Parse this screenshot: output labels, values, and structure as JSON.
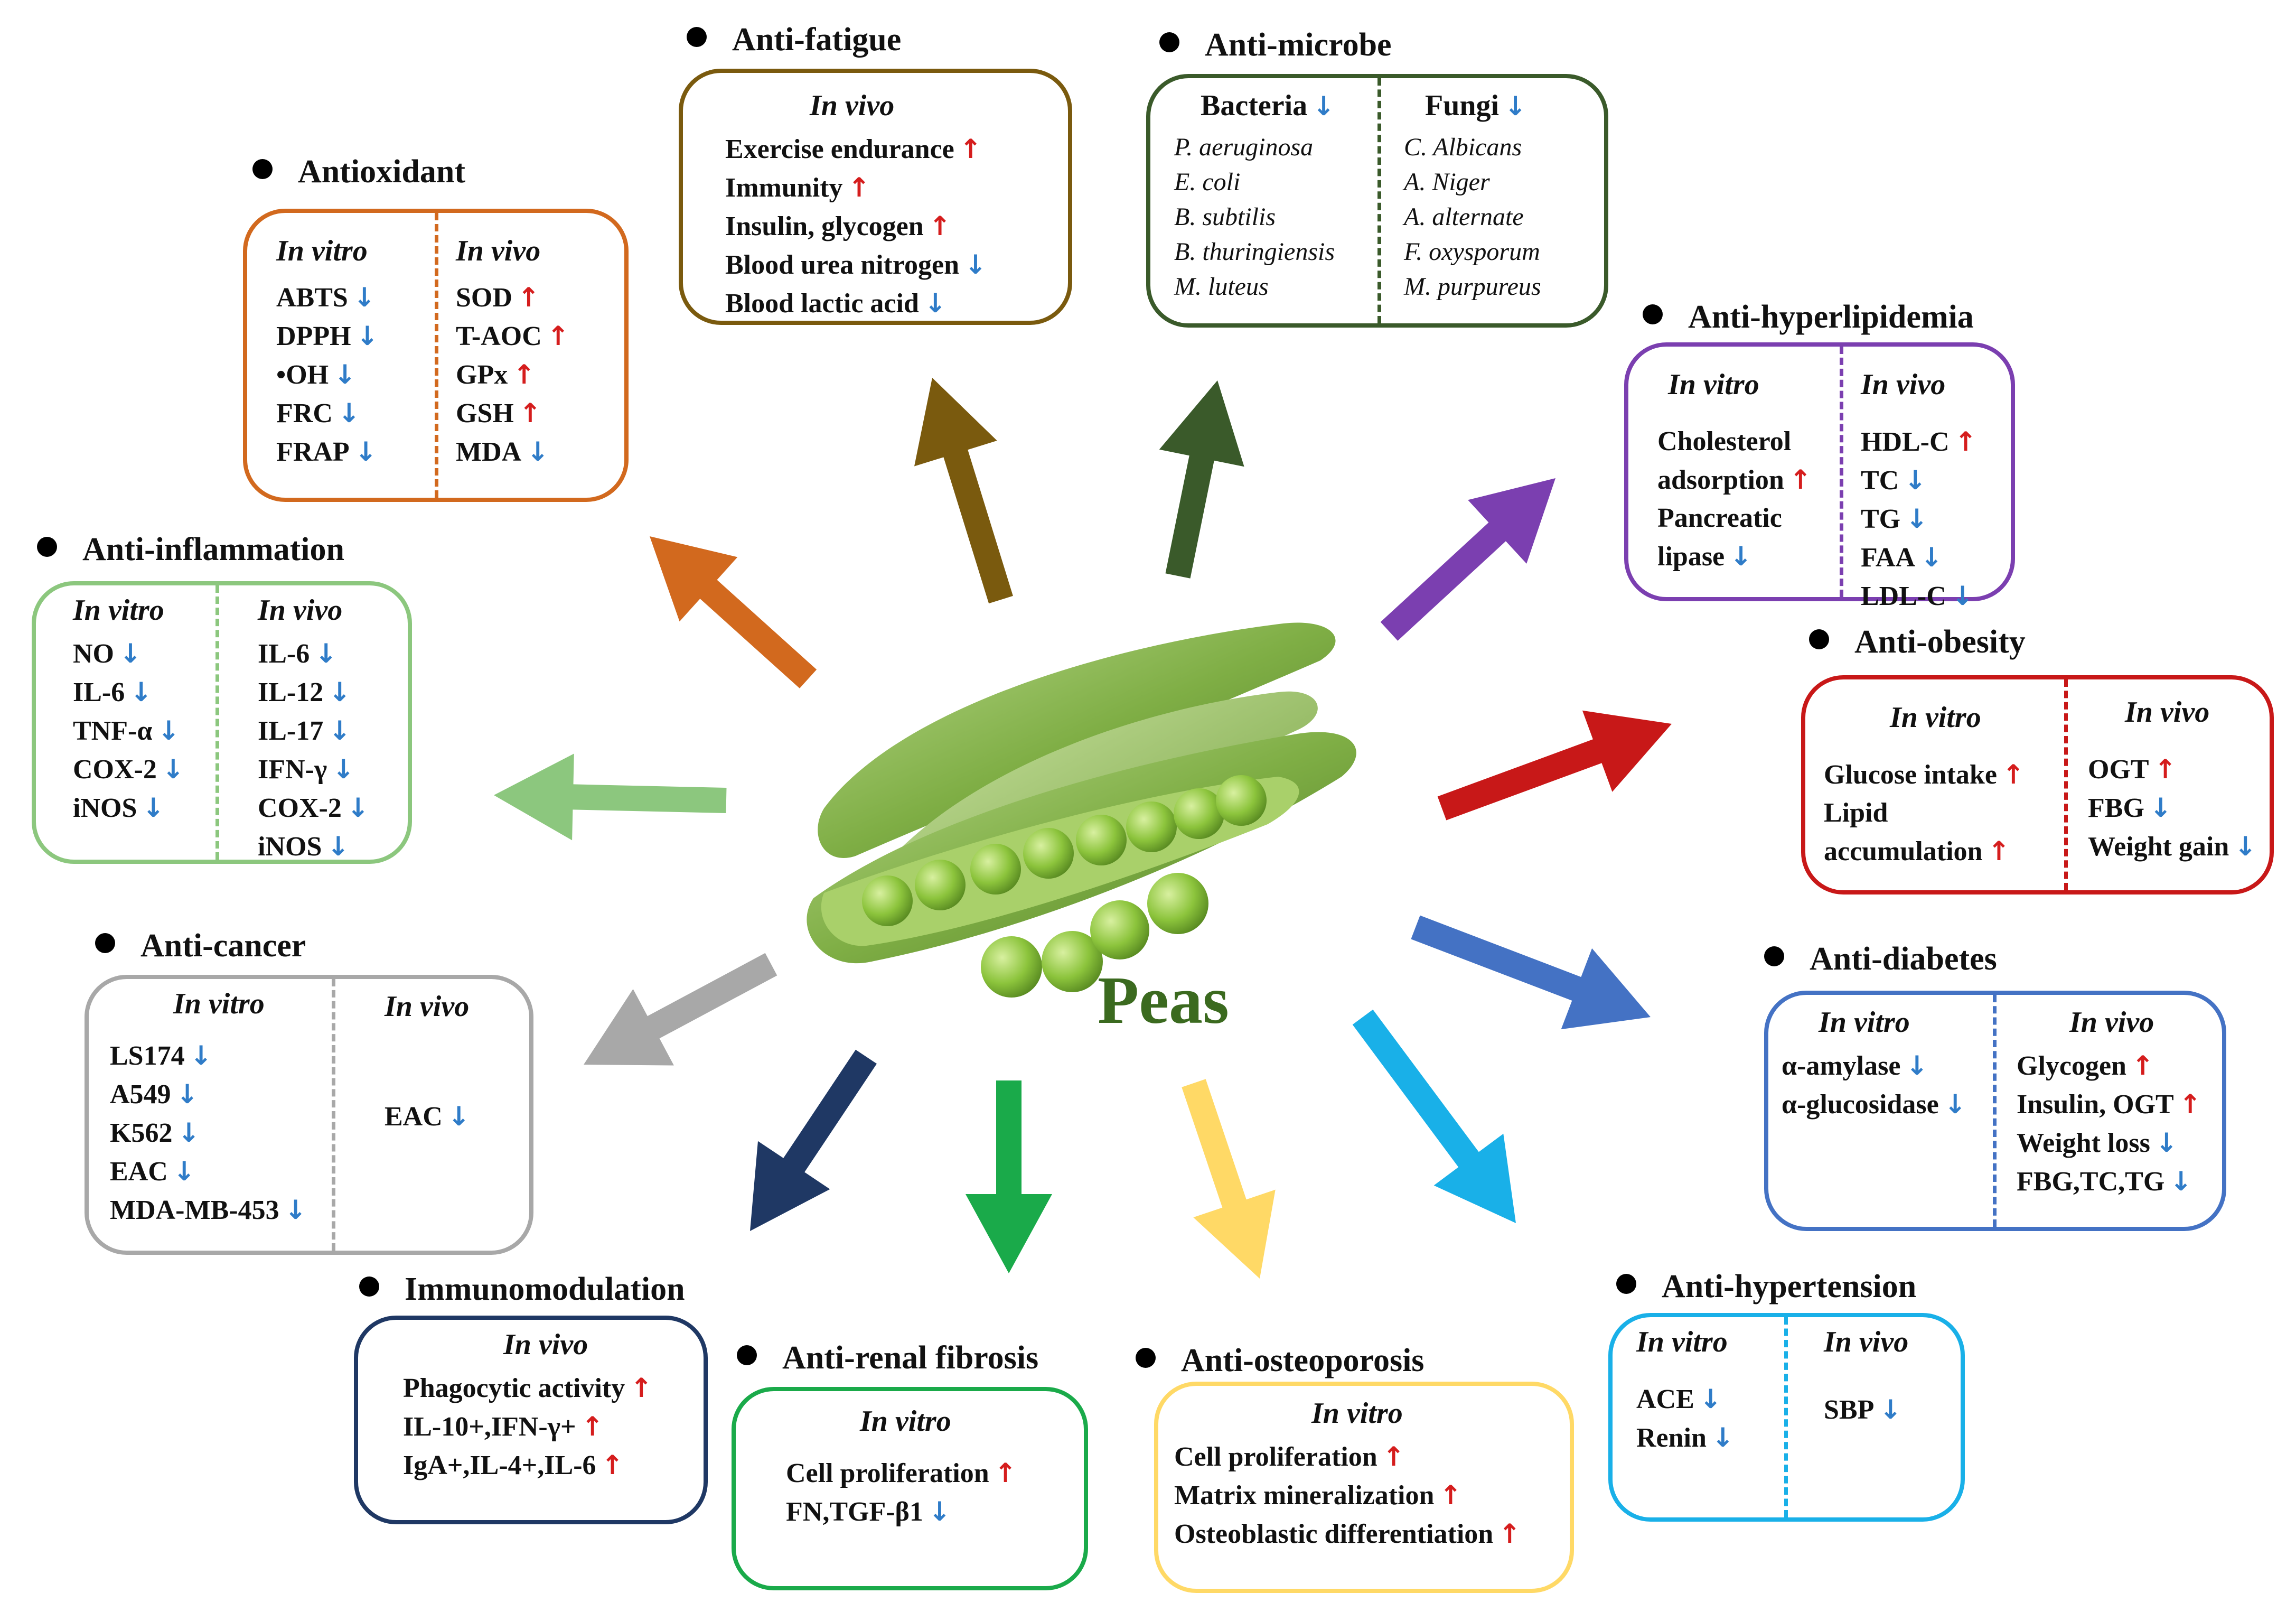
{
  "center_label": "Peas",
  "panels": [
    {
      "id": "antioxidant",
      "title": "Antioxidant",
      "color": "#d2691e",
      "div": 355,
      "cols": [
        {
          "head": "In vitro",
          "items": [
            {
              "t": "ABTS",
              "a": "↓"
            },
            {
              "t": "DPPH",
              "a": "↓"
            },
            {
              "t": "•OH",
              "a": "↓"
            },
            {
              "t": "FRC",
              "a": "↓"
            },
            {
              "t": "FRAP",
              "a": "↓"
            }
          ]
        },
        {
          "head": "In vivo",
          "items": [
            {
              "t": "SOD",
              "a": "↑"
            },
            {
              "t": "T-AOC",
              "a": "↑"
            },
            {
              "t": "GPx",
              "a": "↑"
            },
            {
              "t": "GSH",
              "a": "↑"
            },
            {
              "t": "MDA",
              "a": "↓"
            }
          ]
        }
      ]
    },
    {
      "id": "anti-fatigue",
      "title": "Anti-fatigue",
      "color": "#7a5a0e",
      "div": null,
      "cols": [
        {
          "head": "In vivo",
          "items": [
            {
              "t": "Exercise endurance",
              "a": "↑"
            },
            {
              "t": "Immunity",
              "a": "↑"
            },
            {
              "t": "Insulin, glycogen",
              "a": "↑"
            },
            {
              "t": "Blood urea nitrogen",
              "a": "↓"
            },
            {
              "t": "Blood lactic acid",
              "a": "↓"
            }
          ]
        }
      ]
    },
    {
      "id": "anti-microbe",
      "title": "Anti-microbe",
      "color": "#3a5a2a",
      "div": 430,
      "cols": [
        {
          "head": "Bacteria",
          "head_arrow": "↓",
          "italic_items": true,
          "items": [
            {
              "t": "P. aeruginosa",
              "a": ""
            },
            {
              "t": "E. coli",
              "a": ""
            },
            {
              "t": "B. subtilis",
              "a": ""
            },
            {
              "t": "B. thuringiensis",
              "a": ""
            },
            {
              "t": "M. luteus",
              "a": ""
            }
          ]
        },
        {
          "head": "Fungi",
          "head_arrow": "↓",
          "italic_items": true,
          "items": [
            {
              "t": "C. Albicans",
              "a": ""
            },
            {
              "t": "A. Niger",
              "a": ""
            },
            {
              "t": "A. alternate",
              "a": ""
            },
            {
              "t": "F. oxysporum",
              "a": ""
            },
            {
              "t": "M. purpureus",
              "a": ""
            }
          ]
        }
      ]
    },
    {
      "id": "anti-hyperlipidemia",
      "title": "Anti-hyperlipidemia",
      "color": "#7b3fb0",
      "div": 400,
      "cols": [
        {
          "head": "In vitro",
          "items": [
            {
              "t": "Cholesterol",
              "a": ""
            },
            {
              "t": "adsorption",
              "a": "↑"
            },
            {
              "t": "Pancreatic",
              "a": ""
            },
            {
              "t": "lipase",
              "a": "↓"
            }
          ]
        },
        {
          "head": "In vivo",
          "items": [
            {
              "t": "HDL-C",
              "a": "↑"
            },
            {
              "t": "TC",
              "a": "↓"
            },
            {
              "t": "TG",
              "a": "↓"
            },
            {
              "t": "FAA",
              "a": "↓"
            },
            {
              "t": "LDL-C",
              "a": "↓"
            }
          ]
        }
      ]
    },
    {
      "id": "anti-inflammation",
      "title": "Anti-inflammation",
      "color": "#8cc77e",
      "div": 340,
      "cols": [
        {
          "head": "In vitro",
          "items": [
            {
              "t": "NO",
              "a": "↓"
            },
            {
              "t": "IL-6",
              "a": "↓"
            },
            {
              "t": "TNF-α",
              "a": "↓"
            },
            {
              "t": "COX-2",
              "a": "↓"
            },
            {
              "t": "iNOS",
              "a": "↓"
            }
          ]
        },
        {
          "head": "In vivo",
          "items": [
            {
              "t": "IL-6",
              "a": "↓"
            },
            {
              "t": "IL-12",
              "a": "↓"
            },
            {
              "t": "IL-17",
              "a": "↓"
            },
            {
              "t": "IFN-γ",
              "a": "↓"
            },
            {
              "t": "COX-2",
              "a": "↓"
            },
            {
              "t": "iNOS",
              "a": "↓"
            }
          ]
        }
      ]
    },
    {
      "id": "anti-obesity",
      "title": "Anti-obesity",
      "color": "#c81818",
      "div": 490,
      "cols": [
        {
          "head": "In vitro",
          "items": [
            {
              "t": "Glucose intake",
              "a": "↑"
            },
            {
              "t": "Lipid",
              "a": ""
            },
            {
              "t": "accumulation",
              "a": "↑"
            }
          ]
        },
        {
          "head": "In vivo",
          "items": [
            {
              "t": "OGT",
              "a": "↑"
            },
            {
              "t": "FBG",
              "a": "↓"
            },
            {
              "t": "Weight gain",
              "a": "↓"
            }
          ]
        }
      ]
    },
    {
      "id": "anti-cancer",
      "title": "Anti-cancer",
      "color": "#a8a8a8",
      "div": 460,
      "cols": [
        {
          "head": "In vitro",
          "items": [
            {
              "t": "LS174",
              "a": "↓"
            },
            {
              "t": "A549",
              "a": "↓"
            },
            {
              "t": "K562",
              "a": "↓"
            },
            {
              "t": "EAC",
              "a": "↓"
            },
            {
              "t": "MDA-MB-453",
              "a": "↓"
            }
          ]
        },
        {
          "head": "In vivo",
          "items": [
            {
              "t": "EAC",
              "a": "↓"
            }
          ]
        }
      ]
    },
    {
      "id": "anti-diabetes",
      "title": "Anti-diabetes",
      "color": "#4472c4",
      "div": 425,
      "cols": [
        {
          "head": "In vitro",
          "items": [
            {
              "t": "α-amylase",
              "a": "↓"
            },
            {
              "t": "α-glucosidase",
              "a": "↓"
            }
          ]
        },
        {
          "head": "In vivo",
          "items": [
            {
              "t": "Glycogen",
              "a": "↑"
            },
            {
              "t": "Insulin, OGT",
              "a": "↑"
            },
            {
              "t": "Weight loss",
              "a": "↓"
            },
            {
              "t": "FBG,TC,TG",
              "a": "↓"
            }
          ]
        }
      ]
    },
    {
      "id": "immunomodulation",
      "title": "Immunomodulation",
      "color": "#1f3864",
      "div": null,
      "cols": [
        {
          "head": "In vivo",
          "items": [
            {
              "t": "Phagocytic activity",
              "a": "↑"
            },
            {
              "t": "IL-10+,IFN-γ+",
              "a": "↑"
            },
            {
              "t": "IgA+,IL-4+,IL-6",
              "a": "↑"
            }
          ]
        }
      ]
    },
    {
      "id": "anti-renal-fibrosis",
      "title": "Anti-renal fibrosis",
      "color": "#1aaa4a",
      "div": null,
      "cols": [
        {
          "head": "In vitro",
          "items": [
            {
              "t": "Cell proliferation",
              "a": "↑"
            },
            {
              "t": "FN,TGF-β1",
              "a": "↓"
            }
          ]
        }
      ]
    },
    {
      "id": "anti-osteoporosis",
      "title": "Anti-osteoporosis",
      "color": "#ffd966",
      "div": null,
      "cols": [
        {
          "head": "In vitro",
          "items": [
            {
              "t": "Cell proliferation",
              "a": "↑"
            },
            {
              "t": "Matrix mineralization",
              "a": "↑"
            },
            {
              "t": "Osteoblastic differentiation",
              "a": "↑"
            }
          ]
        }
      ]
    },
    {
      "id": "anti-hypertension",
      "title": "Anti-hypertension",
      "color": "#19b0e8",
      "div": 325,
      "cols": [
        {
          "head": "In vitro",
          "items": [
            {
              "t": "ACE",
              "a": "↓"
            },
            {
              "t": "Renin",
              "a": "↓"
            }
          ]
        },
        {
          "head": "In vivo",
          "items": [
            {
              "t": "SBP",
              "a": "↓"
            }
          ]
        }
      ]
    }
  ]
}
